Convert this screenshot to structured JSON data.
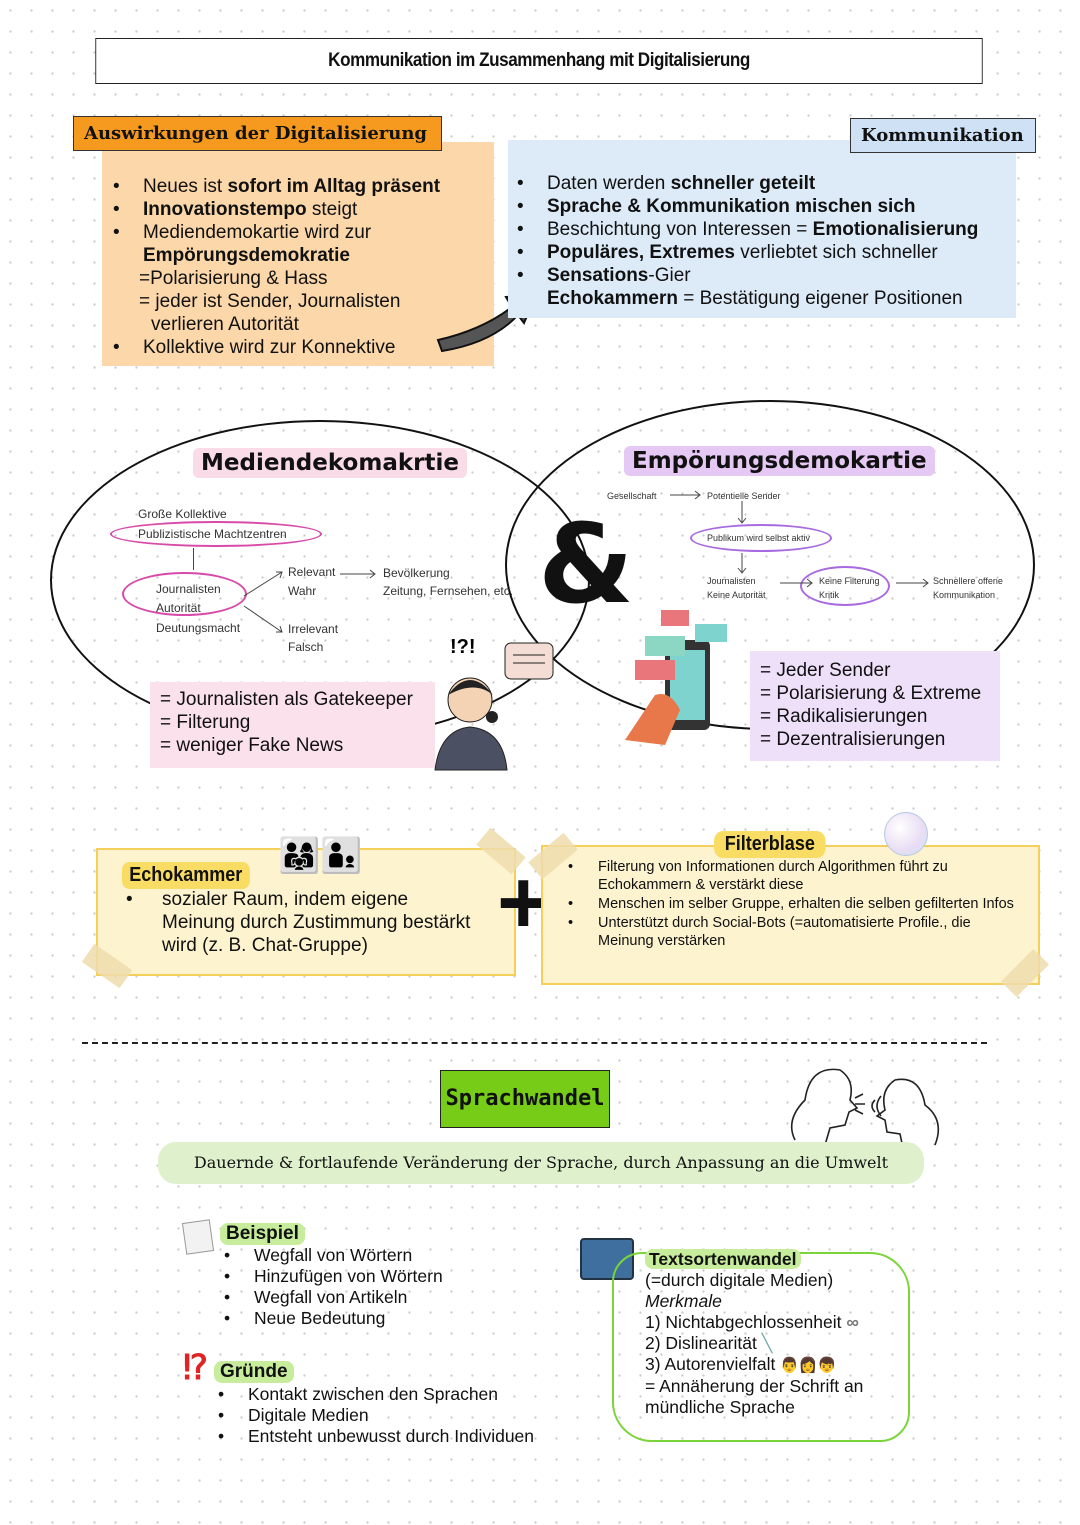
{
  "title": "Kommunikation im Zusammenhang mit Digitalisierung",
  "auswirkungen": {
    "header": "Auswirkungen der Digitalisierung",
    "items": [
      {
        "pre": "Neues ist ",
        "bold": "sofort im Alltag präsent",
        "post": ""
      },
      {
        "pre": "",
        "bold": "Innovationstempo",
        "post": " steigt"
      },
      {
        "pre": "Mediendemokartie wird zur",
        "bold": "",
        "post": ""
      }
    ],
    "line4": "Empörungsdemokratie",
    "line5": "=Polarisierung & Hass",
    "line6": "= jeder ist Sender, Journalisten",
    "line7": "verlieren Autorität",
    "line8": "Kollektive wird zur Konnektive"
  },
  "kommunikation": {
    "header": "Kommunikation",
    "items": [
      {
        "pre": "Daten werden ",
        "bold": "schneller geteilt",
        "post": ""
      },
      {
        "pre": "",
        "bold": "Sprache & Kommunikation mischen sich",
        "post": ""
      },
      {
        "pre": "Beschichtung von Interessen = ",
        "bold": "Emotionalisierung",
        "post": ""
      },
      {
        "pre": "",
        "bold": "Populäres, Extremes",
        "post": " verliebtet sich schneller"
      },
      {
        "pre": "",
        "bold": "Sensations",
        "post": "-Gier"
      },
      {
        "pre": "",
        "bold": "Echokammern",
        "post": " = Bestätigung eigener Positionen"
      }
    ]
  },
  "medien": {
    "title": "Mediendekomakrtie",
    "n1": "Große Kollektive",
    "n2": "Publizistische Machtzentren",
    "n3": "Journalisten",
    "n4": "Autorität",
    "n5": "Deutungsmacht",
    "n6": "Relevant",
    "n7": "Wahr",
    "n8": "Irrelevant",
    "n9": "Falsch",
    "n10": "Bevölkerung",
    "n11": "Zeitung, Fernsehen, etc.",
    "summary": [
      "= Journalisten als Gatekeeper",
      "= Filterung",
      "= weniger Fake News"
    ]
  },
  "ampersand": "&",
  "empoerung": {
    "title": "Empörungsdemokartie",
    "n1": "Gesellschaft",
    "n2": "Potentielle Sender",
    "n3": "Publikum wird selbst aktiv",
    "n4": "Journalisten",
    "n5": "Keine Autorität",
    "n6": "Keine Filterung",
    "n7": "Kritik",
    "n8": "Schnellere offene",
    "n9": "Kommunikation",
    "summary": [
      "= Jeder Sender",
      "= Polarisierung & Extreme",
      "= Radikalisierungen",
      "= Dezentralisierungen"
    ]
  },
  "echo": {
    "title": "Echokammer",
    "text": [
      "sozialer Raum, indem eigene",
      "Meinung durch Zustimmung bestärkt",
      "wird  (z. B. Chat-Gruppe)"
    ]
  },
  "plus": "+",
  "filter": {
    "title": "Filterblase",
    "items": [
      "Filterung von Informationen durch Algorithmen führt zu Echokammern & verstärkt diese",
      "Menschen im selber Gruppe, erhalten die selben gefilterten Infos",
      "Unterstützt durch Social-Bots (=automatisierte Profile., die Meinung verstärken"
    ]
  },
  "sprach": {
    "title": "Sprachwandel",
    "definition": "Dauernde & fortlaufende Veränderung der Sprache, durch Anpassung an die Umwelt"
  },
  "beispiel": {
    "title": "Beispiel",
    "items": [
      "Wegfall von Wörtern",
      "Hinzufügen von Wörtern",
      "Wegfall von Artikeln",
      "Neue Bedeutung"
    ]
  },
  "gruende": {
    "title": "Gründe",
    "icon": "⁉",
    "items": [
      "Kontakt zwischen den Sprachen",
      "Digitale Medien",
      "Entsteht unbewusst durch Individuen"
    ]
  },
  "textsorten": {
    "title": "Textsortenwandel",
    "sub": "(=durch digitale Medien)",
    "merkmale": "Merkmale",
    "items": [
      "1) Nichtabgechlossenheit",
      "2) Dislinearität",
      "3) Autorenvielfalt"
    ],
    "infinity": "∞",
    "emojis": "👨👩👦",
    "conclusion": [
      "= Annäherung der Schrift an",
      "mündliche Sprache"
    ]
  }
}
